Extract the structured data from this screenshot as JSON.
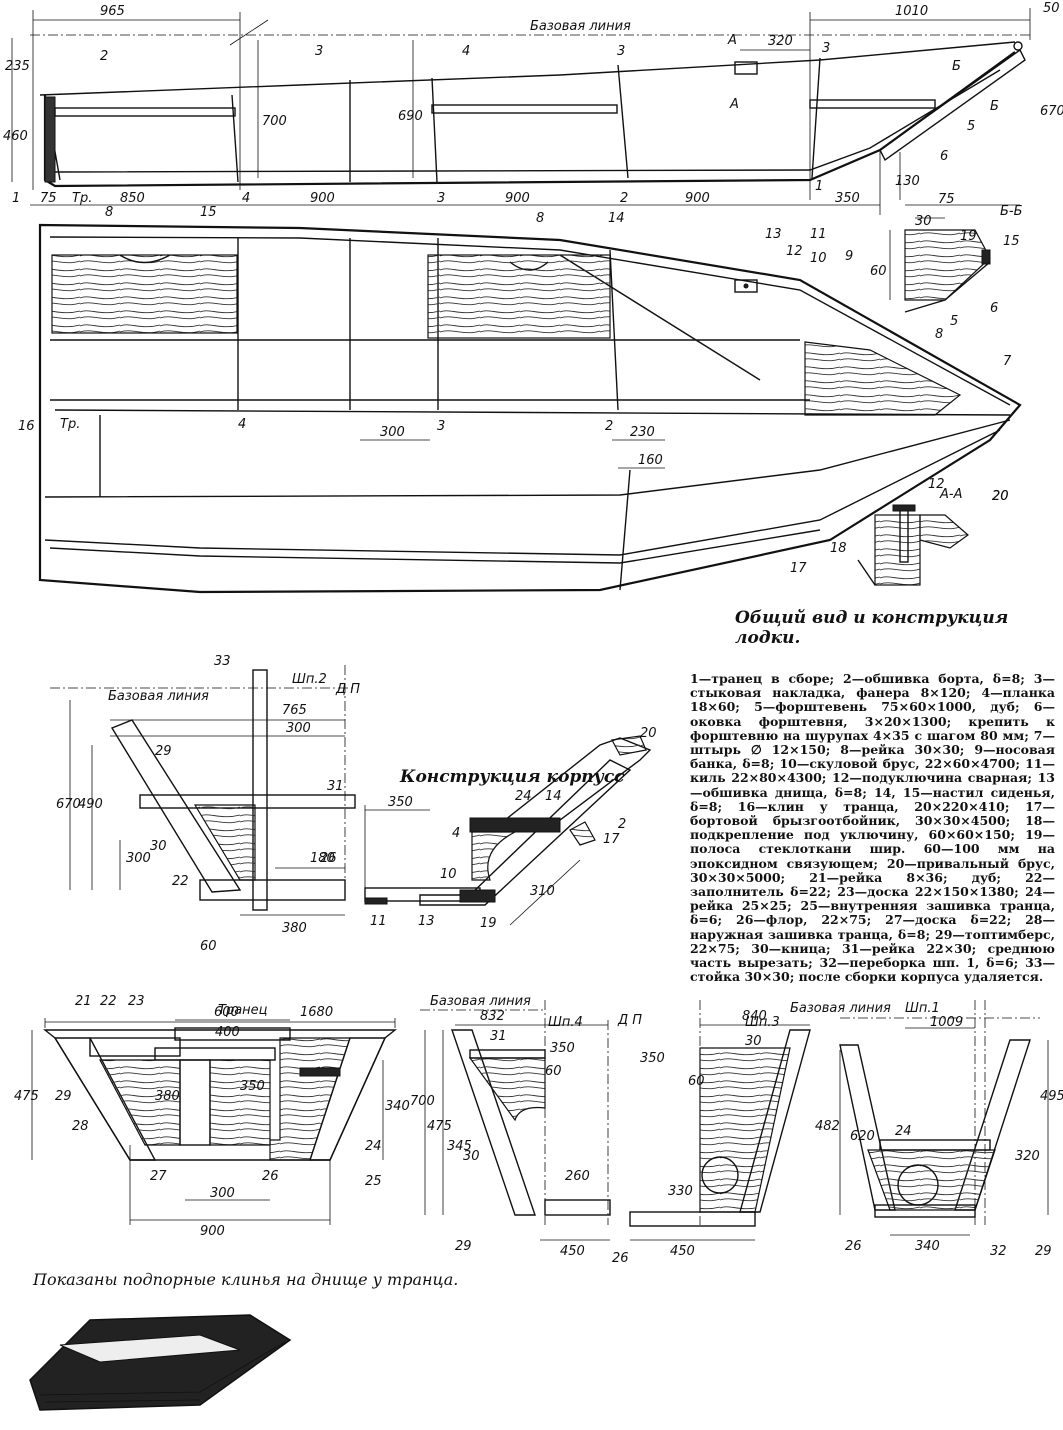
{
  "captions": {
    "main": "Общий вид и конструкция лодки.",
    "hull": "Конструкция корпусс",
    "wedges": "Показаны подпорные клинья на днище у транца."
  },
  "legend": "1—транец в сборе; 2—обшивка борта, δ=8; 3—стыковая накладка, фанера 8×120; 4—планка 18×60; 5—форштевень 75×60×1000, дуб; 6—оковка форштевня, 3×20×1300; крепить к форштевню на шурупах 4×35 с шагом 80 мм; 7—штырь ∅ 12×150; 8—рейка 30×30; 9—носовая банка, δ=8; 10—скуловой брус, 22×60×4700; 11—киль 22×80×4300; 12—подуключина сварная; 13—обшивка днища, δ=8; 14, 15—настил сиденья, δ=8; 16—клин у транца, 20×220×410; 17—бортовой брызгоотбойник, 30×30×4500; 18—подкрепление под уключину, 60×60×150; 19—полоса стеклоткани шир. 60—100 мм на эпоксидном связующем; 20—привальный брус, 30×30×5000; 21—рейка 8×36; дуб; 22—заполнитель δ=22; 23—доска 22×150×1380; 24—рейка 25×25; 25—внутренняя зашивка транца, δ=6; 26—флор, 22×75; 27—доска δ=22; 28—наружная зашивка транца, δ=8; 29—топтимберс, 22×75; 30—кница; 31—рейка 22×30; среднюю часть вырезать; 32—переборка шп. 1, δ=6; 33—стойка 30×30; после сборки корпуса удаляется.",
  "side_view": {
    "baseline": "Базовая линия",
    "dims_top": [
      "965",
      "1010",
      "320",
      "50"
    ],
    "dims_left": [
      "235",
      "460",
      "700",
      "690",
      "670",
      "130"
    ],
    "dims_bottom": [
      "75",
      "850",
      "900",
      "900",
      "900",
      "350"
    ],
    "station_marks": [
      "1",
      "Тр.",
      "4",
      "3",
      "2",
      "1"
    ],
    "section_marks": [
      "А",
      "А",
      "Б",
      "Б"
    ],
    "part_labels": [
      "2",
      "3",
      "4",
      "3",
      "3",
      "5",
      "6",
      "13",
      "11"
    ]
  },
  "plan_view": {
    "dims": [
      "300",
      "230",
      "160"
    ],
    "station_marks": [
      "Тр.",
      "4",
      "3",
      "2"
    ],
    "part_labels": [
      "8",
      "15",
      "8",
      "14",
      "12",
      "10",
      "9",
      "8",
      "7",
      "16",
      "17",
      "20"
    ]
  },
  "section_bb": {
    "title": "Б-Б",
    "dims": [
      "75",
      "30",
      "15",
      "60"
    ],
    "parts": [
      "19",
      "6",
      "5"
    ]
  },
  "section_aa": {
    "title": "А-А",
    "parts": [
      "12",
      "18",
      "20"
    ]
  },
  "hull_section": {
    "station": "Шп.2",
    "dp": "Д П",
    "baseline": "Базовая линия",
    "dims": [
      "765",
      "300",
      "670",
      "490",
      "300",
      "180",
      "380",
      "60",
      "350",
      "310"
    ],
    "parts": [
      "33",
      "29",
      "31",
      "30",
      "22",
      "26",
      "20",
      "24",
      "14",
      "2",
      "4",
      "17",
      "10",
      "11",
      "13",
      "19"
    ]
  },
  "transom": {
    "title": "Транец",
    "dims": [
      "1680",
      "600",
      "400",
      "475",
      "380",
      "350",
      "340",
      "300",
      "900"
    ],
    "parts": [
      "21",
      "22",
      "23",
      "29",
      "28",
      "27",
      "26",
      "25",
      "24"
    ]
  },
  "frames_34": {
    "baseline": "Базовая линия",
    "st4": "Шп.4",
    "st3": "Шп.3",
    "dp": "Д П",
    "dims": [
      "832",
      "840",
      "700",
      "475",
      "345",
      "350",
      "350",
      "60",
      "60",
      "260",
      "330",
      "482",
      "450",
      "450"
    ],
    "parts": [
      "31",
      "30",
      "30",
      "29",
      "26"
    ]
  },
  "frame_1": {
    "baseline": "Базовая линия",
    "st1": "Шп.1",
    "dims": [
      "1009",
      "620",
      "320",
      "495",
      "340"
    ],
    "parts": [
      "24",
      "26",
      "32",
      "29"
    ]
  }
}
